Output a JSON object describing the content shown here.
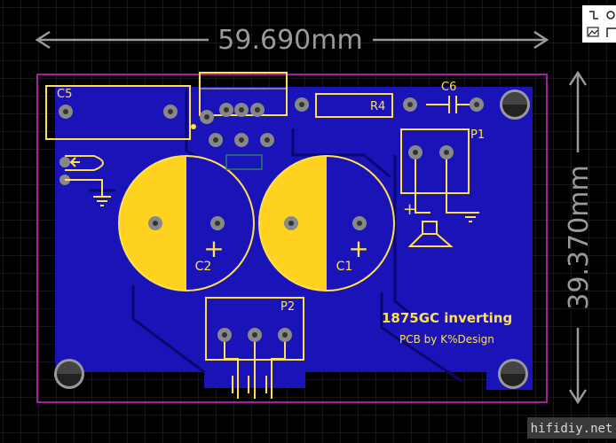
{
  "dimensions": {
    "width_label": "59.690mm",
    "height_label": "39.370mm"
  },
  "board": {
    "title": "1875GC inverting",
    "credit": "PCB by K%Design"
  },
  "labels": {
    "c5": "C5",
    "c6": "C6",
    "r4": "R4",
    "p1": "P1",
    "p2": "P2",
    "c1": "C1",
    "c2": "C2",
    "c1_plus": "+",
    "c2_plus": "+",
    "p1_plus": "+"
  },
  "watermark": "hifidiy.net",
  "colors": {
    "background": "#000000",
    "grid": "#2a2a2a",
    "board": "#1a14b8",
    "outline": "#a020a0",
    "silkscreen": "#ffe14d",
    "pad": "#bfbfbf",
    "dimension": "#9a9a9a"
  },
  "tool_icons": [
    "wire-tool-icon",
    "circle-tool-icon",
    "image-tool-icon",
    "corner-tool-icon"
  ]
}
